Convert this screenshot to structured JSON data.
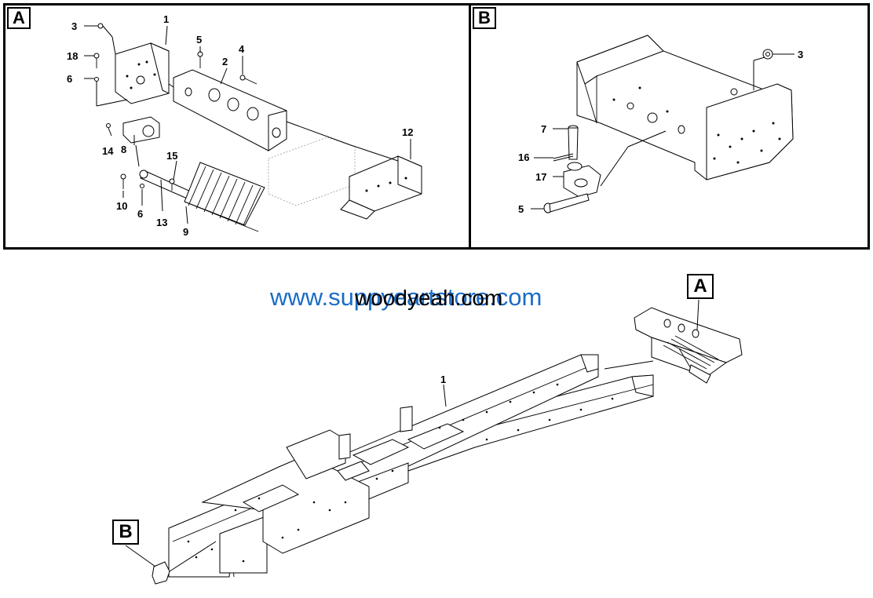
{
  "detail_a": {
    "tag": "A",
    "callouts": [
      {
        "id": "a-3",
        "text": "3"
      },
      {
        "id": "a-1",
        "text": "1"
      },
      {
        "id": "a-5",
        "text": "5"
      },
      {
        "id": "a-4",
        "text": "4"
      },
      {
        "id": "a-2",
        "text": "2"
      },
      {
        "id": "a-18",
        "text": "18"
      },
      {
        "id": "a-6a",
        "text": "6"
      },
      {
        "id": "a-14",
        "text": "14"
      },
      {
        "id": "a-8",
        "text": "8"
      },
      {
        "id": "a-15",
        "text": "15"
      },
      {
        "id": "a-12",
        "text": "12"
      },
      {
        "id": "a-10",
        "text": "10"
      },
      {
        "id": "a-6b",
        "text": "6"
      },
      {
        "id": "a-13",
        "text": "13"
      },
      {
        "id": "a-9",
        "text": "9"
      }
    ]
  },
  "detail_b": {
    "tag": "B",
    "callouts": [
      {
        "id": "b-3",
        "text": "3"
      },
      {
        "id": "b-7",
        "text": "7"
      },
      {
        "id": "b-16",
        "text": "16"
      },
      {
        "id": "b-17",
        "text": "17"
      },
      {
        "id": "b-5",
        "text": "5"
      }
    ]
  },
  "overview": {
    "tag_a": "A",
    "tag_b": "B",
    "callout_1": "1"
  },
  "watermark": {
    "blue": "www.suppyeartstore.com",
    "black": "woodyeah.com"
  },
  "colors": {
    "line": "#000000",
    "watermark_blue": "#1a6cc7"
  }
}
